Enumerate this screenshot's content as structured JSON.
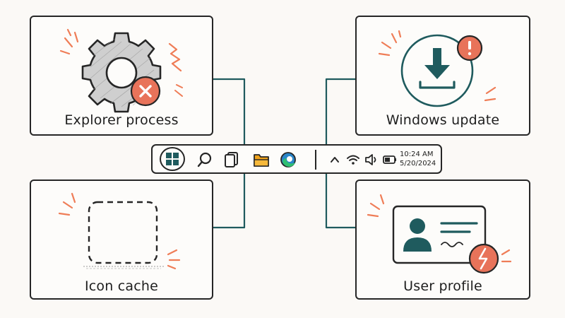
{
  "cards": {
    "explorer": {
      "label": "Explorer process",
      "icon": "gear-error-icon"
    },
    "update": {
      "label": "Windows update",
      "icon": "download-alert-icon"
    },
    "icon_cache": {
      "label": "Icon cache",
      "icon": "dashed-placeholder-icon"
    },
    "user_profile": {
      "label": "User profile",
      "icon": "profile-card-broken-icon"
    }
  },
  "taskbar": {
    "items": [
      "windows-start-icon",
      "search-icon",
      "task-view-icon",
      "folder-icon",
      "edge-browser-icon"
    ],
    "tray": [
      "chevron-up-icon",
      "wifi-icon",
      "speaker-icon",
      "battery-icon"
    ],
    "time": "10:24 AM",
    "date": "5/20/2024"
  },
  "colors": {
    "outline": "#262626",
    "connector": "#1f5b5e",
    "accent_orange": "#ef7d57",
    "accent_red": "#e8735a",
    "teal": "#1f5b5e",
    "gear_gray": "#c9c9c9",
    "folder": "#f0a21a"
  }
}
